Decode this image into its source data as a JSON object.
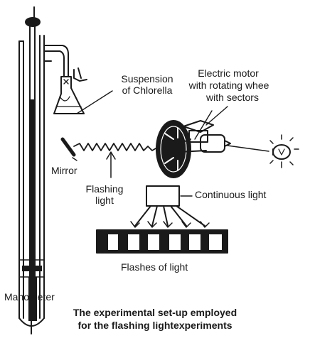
{
  "labels": {
    "suspension": [
      "Suspension",
      "of Chlorella"
    ],
    "motor": [
      "Electric motor",
      "with rotating whee",
      "with sectors"
    ],
    "mirror": "Mirror",
    "flashing": [
      "Flashing",
      "light"
    ],
    "continuous": "Continuous light",
    "flashes": "Flashes of light",
    "manometer": "Manometer"
  },
  "caption": [
    "The experimental set-up employed",
    "for the flashing lightexperiments"
  ],
  "colors": {
    "ink": "#1a1a1a",
    "paper": "#ffffff"
  }
}
